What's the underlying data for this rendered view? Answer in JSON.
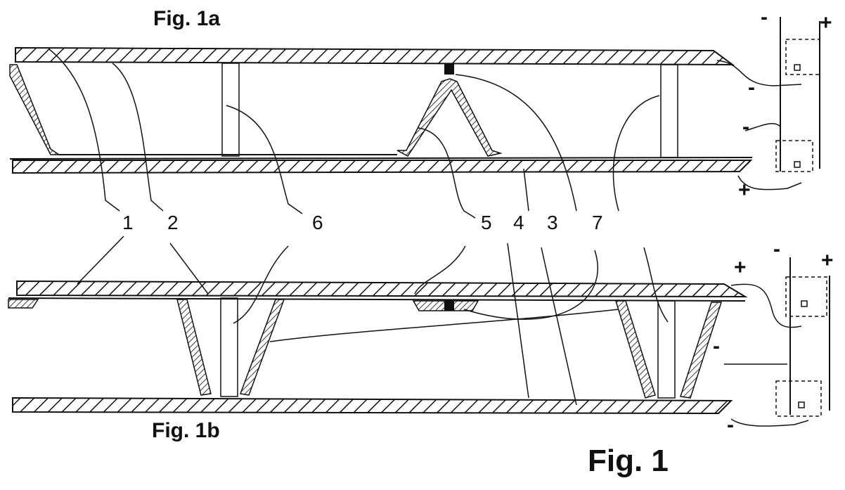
{
  "figure": {
    "title_a": "Fig. 1a",
    "title_b": "Fig. 1b",
    "title_main": "Fig. 1"
  },
  "reference_numerals_a": [
    "1",
    "2",
    "6",
    "5",
    "4",
    "3",
    "7"
  ],
  "polarity": {
    "minus": "-",
    "plus": "+"
  }
}
